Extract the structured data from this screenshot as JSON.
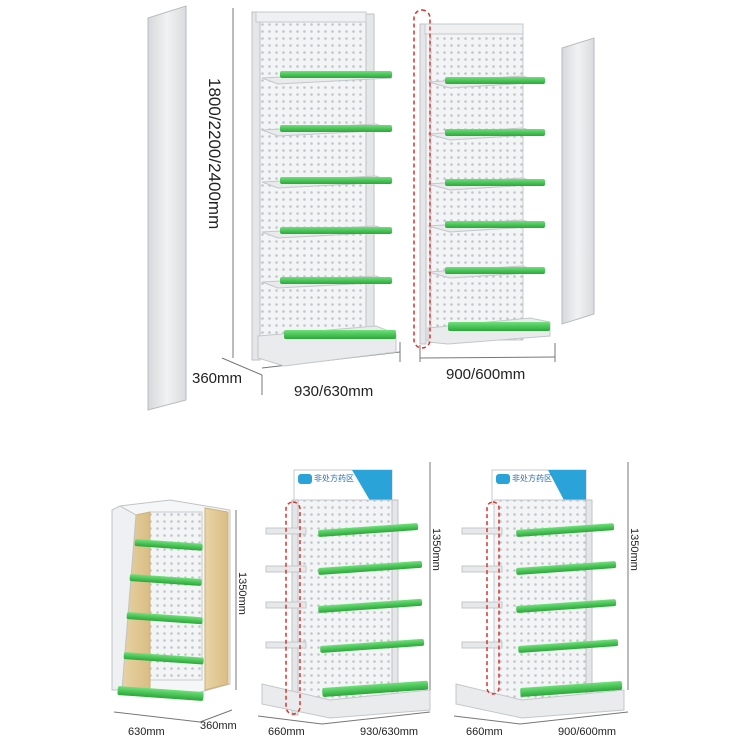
{
  "top": {
    "height_label": "1800/2200/2400mm",
    "depth_label": "360mm",
    "width_main_label": "930/630mm",
    "width_add_label": "900/600mm"
  },
  "bottom": {
    "a": {
      "width_label": "630mm",
      "depth_label": "360mm",
      "height_label": "1350mm"
    },
    "b": {
      "depth_label": "660mm",
      "width_label": "930/630mm",
      "height_label": "1350mm",
      "sign_text": "非处方药区"
    },
    "c": {
      "depth_label": "660mm",
      "width_label": "900/600mm",
      "height_label": "1350mm",
      "sign_text": "非处方药区"
    }
  },
  "colors": {
    "shelf_green": "#3cc24a",
    "panel_gray": "#eceef0",
    "frame_gray": "#c9ccd0",
    "highlight_red": "#d9342b",
    "wood": "#e6cfa0",
    "sign_blue": "#2aa3d8"
  }
}
